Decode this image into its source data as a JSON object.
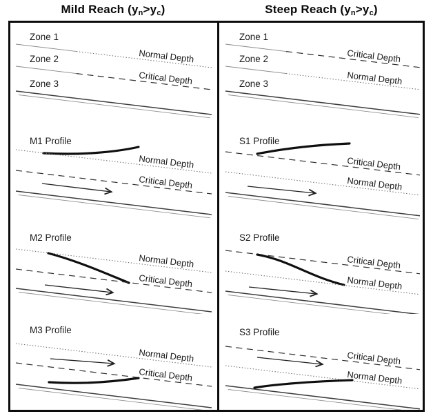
{
  "titles": {
    "mild": {
      "pre": "Mild Reach (y",
      "sub1": "n",
      "mid": ">y",
      "sub2": "c",
      "post": ")"
    },
    "steep": {
      "pre": "Steep Reach (y",
      "sub1": "n",
      "mid": ">y",
      "sub2": "c",
      "post": ")"
    }
  },
  "labels": {
    "zone1": "Zone 1",
    "zone2": "Zone 2",
    "zone3": "Zone 3",
    "normal_depth": "Normal Depth",
    "critical_depth": "Critical Depth",
    "m1_profile": "M1 Profile",
    "m2_profile": "M2 Profile",
    "m3_profile": "M3 Profile",
    "s1_profile": "S1 Profile",
    "s2_profile": "S2 Profile",
    "s3_profile": "S3 Profile"
  },
  "line_styles": {
    "normal_depth": "dotted",
    "critical_depth": "dashed",
    "channel_bed": "solid-double",
    "profile_curve": "thick-solid",
    "flow_direction": "arrow-right"
  },
  "colors": {
    "ink": "#111111",
    "dashed_line": "#2e2e2e",
    "dotted_line": "#6e6e6e",
    "bed_line": "#3c3c3c",
    "border": "#0d0d0d",
    "background": "#ffffff"
  }
}
